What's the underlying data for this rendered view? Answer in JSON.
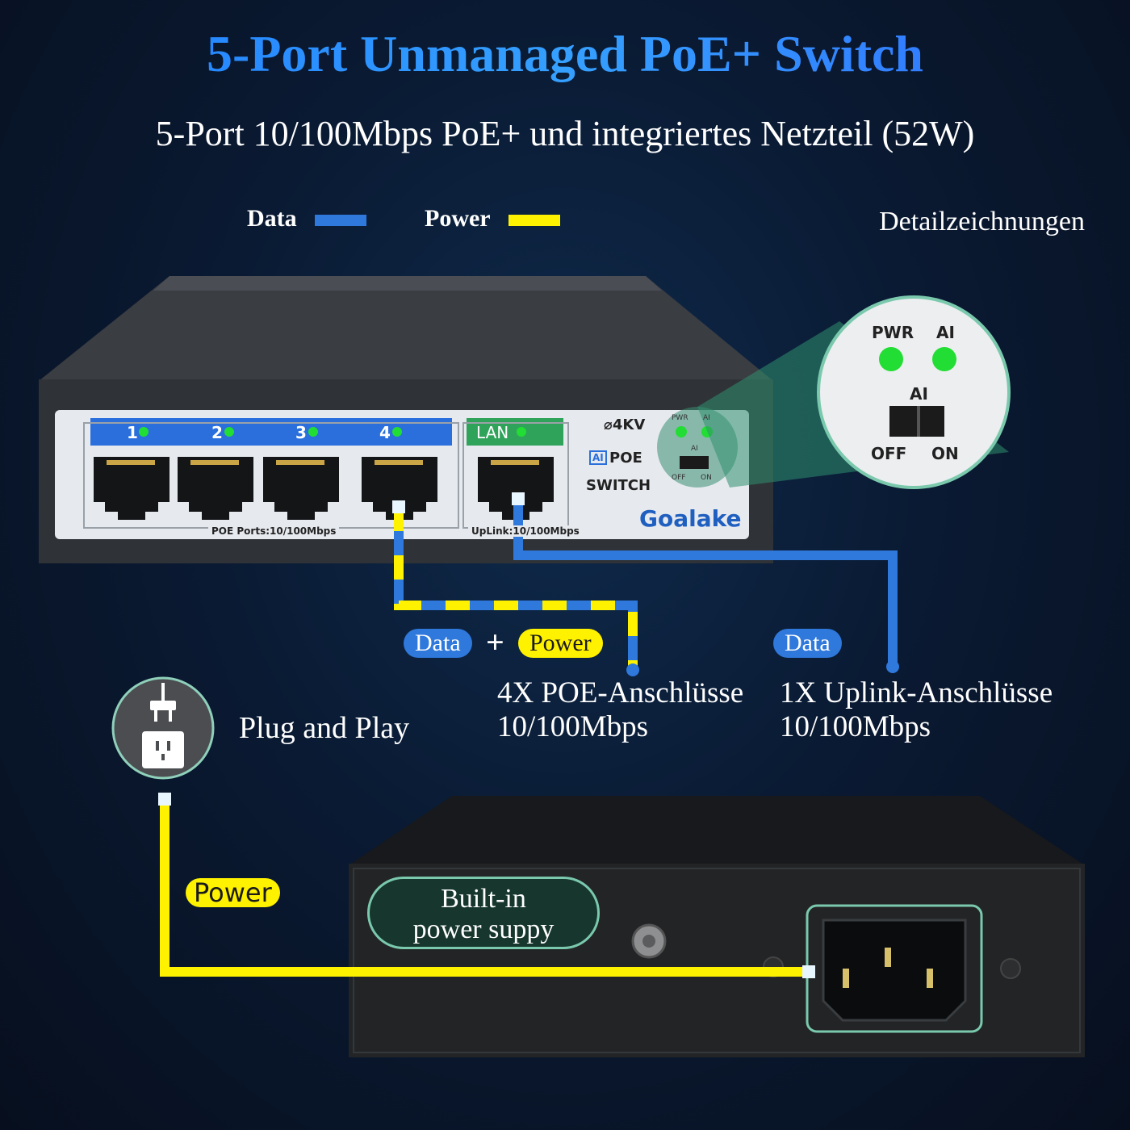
{
  "header": {
    "title": "5-Port Unmanaged PoE+ Switch",
    "subtitle": "5-Port 10/100Mbps PoE+ und integriertes Netzteil (52W)"
  },
  "legend": {
    "data_label": "Data",
    "power_label": "Power",
    "data_color": "#2f78dc",
    "power_color": "#fff200"
  },
  "detail_label": "Detailzeichnungen",
  "switch": {
    "port_numbers": [
      "1",
      "2",
      "3",
      "4"
    ],
    "lan_label": "LAN",
    "poe_ports_label": "POE Ports:10/100Mbps",
    "uplink_label": "UpLink:10/100Mbps",
    "surge_label": "4KV",
    "ai_badge": "AI",
    "poe_label": "POE",
    "switch_label": "SWITCH",
    "brand": "Goalake",
    "led_pwr": "PWR",
    "led_ai": "AI",
    "dip_label": "AI",
    "dip_off": "OFF",
    "dip_on": "ON",
    "led_color": "#22dd33"
  },
  "callouts": {
    "data_pill": "Data",
    "plus": "+",
    "power_pill": "Power",
    "data_pill_uplink": "Data",
    "poe_ports_line1": "4X POE-Anschlüsse",
    "poe_ports_line2": "10/100Mbps",
    "uplink_line1": "1X Uplink-Anschlüsse",
    "uplink_line2": "10/100Mbps"
  },
  "plug": {
    "text": "Plug and Play",
    "icon": "plug-socket-icon"
  },
  "rear": {
    "builtin_line1": "Built-in",
    "builtin_line2": "power suppy",
    "power_tag": "Power"
  }
}
